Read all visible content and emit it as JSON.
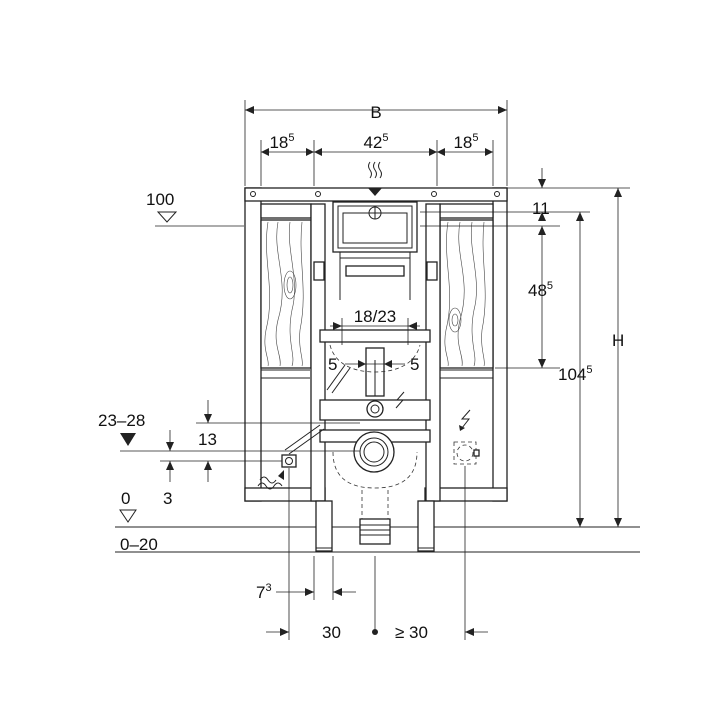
{
  "dimensions": {
    "width_label": "B",
    "left_side": "18",
    "left_side_sup": "5",
    "center_width": "42",
    "center_width_sup": "5",
    "right_side": "18",
    "right_side_sup": "5",
    "top_gap": "11",
    "mid_height": "48",
    "mid_height_sup": "5",
    "frame_height": "104",
    "frame_height_sup": "5",
    "total_height_label": "H",
    "level_100": "100",
    "level_23_28": "23–28",
    "level_13": "13",
    "level_3": "3",
    "level_0": "0",
    "level_0_20": "0–20",
    "spacing_1823": "18/23",
    "offset_5_left": "5",
    "offset_5_right": "5",
    "offset_73": "7",
    "offset_73_sup": "3",
    "offset_30": "30",
    "offset_ge30": "≥ 30"
  },
  "colors": {
    "line": "#222222",
    "background": "#ffffff"
  },
  "icons": [
    "water-supply-icon",
    "electrical-icon",
    "floor-level-icon"
  ]
}
